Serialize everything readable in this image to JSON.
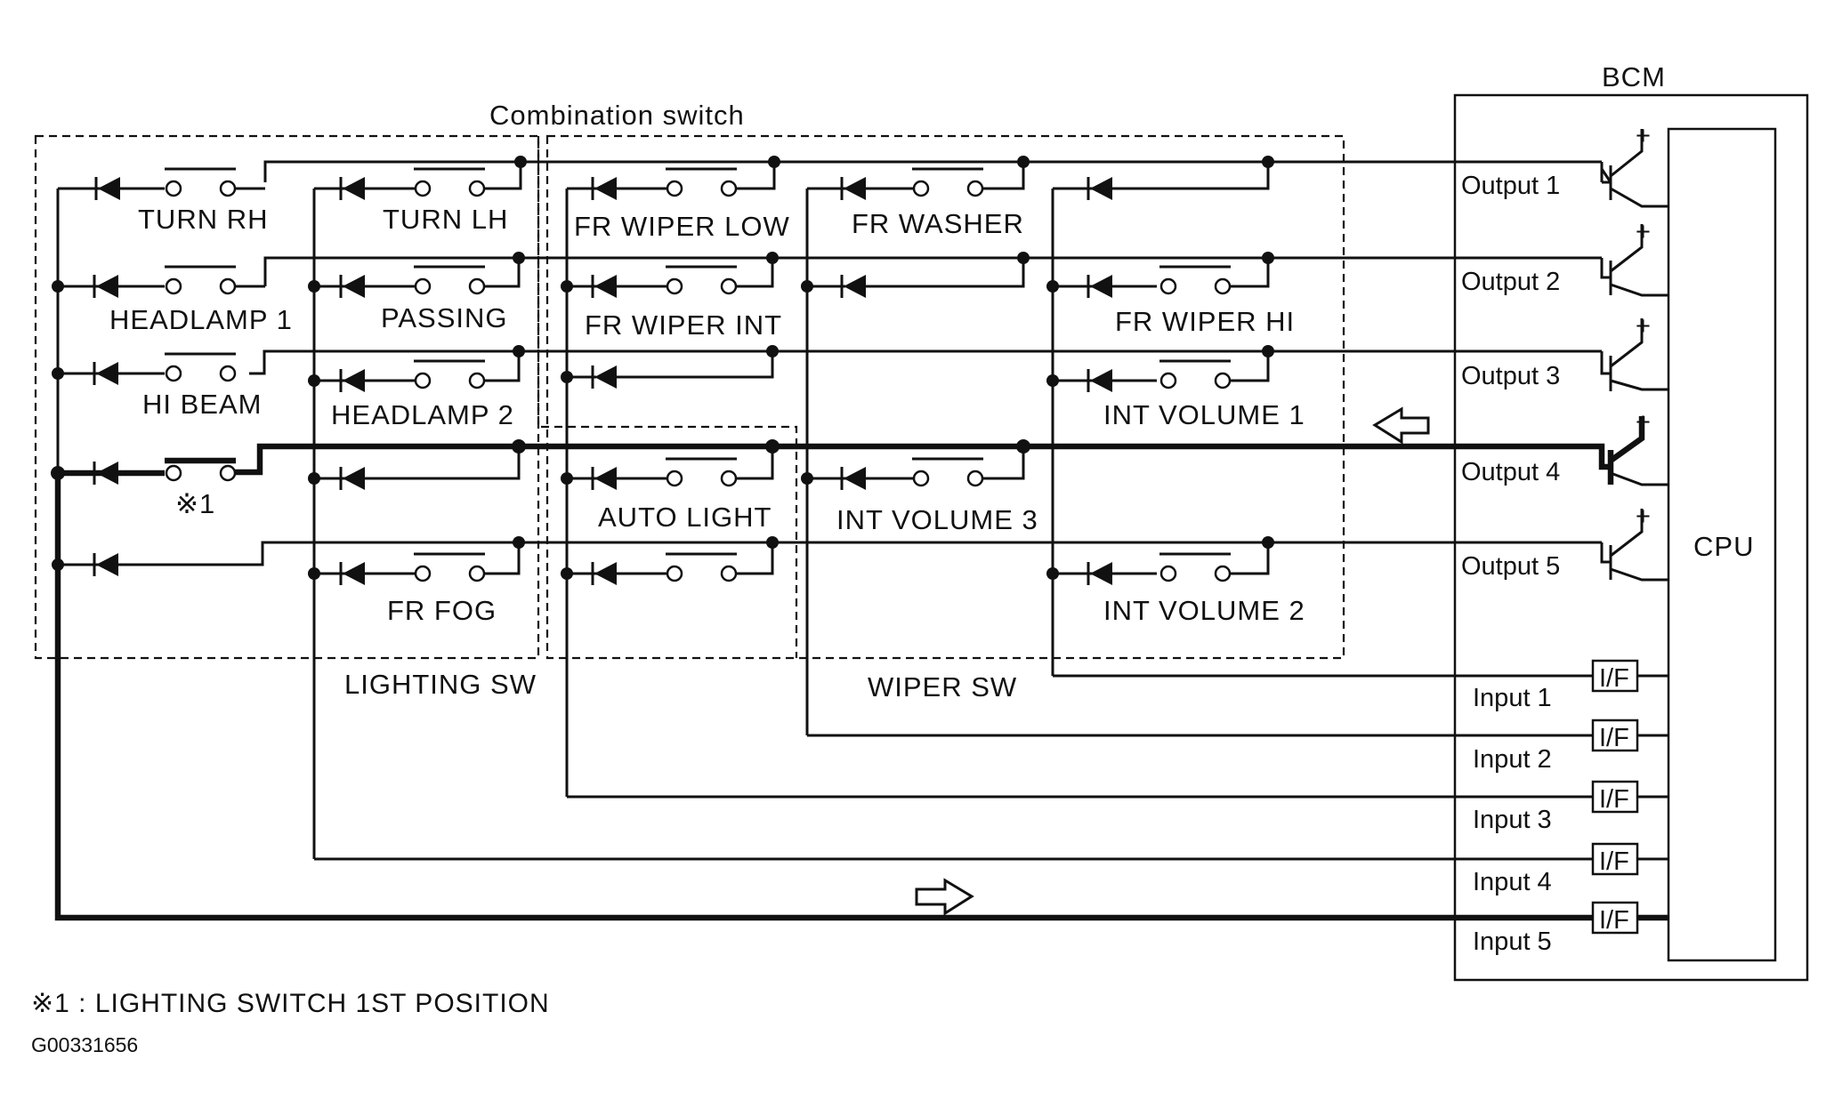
{
  "titles": {
    "bcm": "BCM",
    "combination_switch": "Combination switch",
    "cpu": "CPU",
    "lighting_sw": "LIGHTING SW",
    "wiper_sw": "WIPER SW"
  },
  "switches": {
    "turn_rh": "TURN RH",
    "turn_lh": "TURN LH",
    "fr_wiper_low": "FR WIPER LOW",
    "fr_washer": "FR WASHER",
    "headlamp_1": "HEADLAMP 1",
    "passing": "PASSING",
    "fr_wiper_int": "FR WIPER INT",
    "fr_wiper_hi": "FR WIPER HI",
    "hi_beam": "HI BEAM",
    "headlamp_2": "HEADLAMP 2",
    "int_volume_1": "INT VOLUME 1",
    "note_mark": "※1",
    "auto_light": "AUTO LIGHT",
    "int_volume_3": "INT VOLUME 3",
    "fr_fog": "FR FOG",
    "int_volume_2": "INT VOLUME 2"
  },
  "outputs": [
    "Output 1",
    "Output 2",
    "Output 3",
    "Output 4",
    "Output 5"
  ],
  "inputs": [
    "Input 1",
    "Input 2",
    "Input 3",
    "Input 4",
    "Input 5"
  ],
  "interface_label": "I/F",
  "plus_sign": "+",
  "footnote": "※1 : LIGHTING SWITCH 1ST POSITION",
  "figure_code": "G00331656"
}
